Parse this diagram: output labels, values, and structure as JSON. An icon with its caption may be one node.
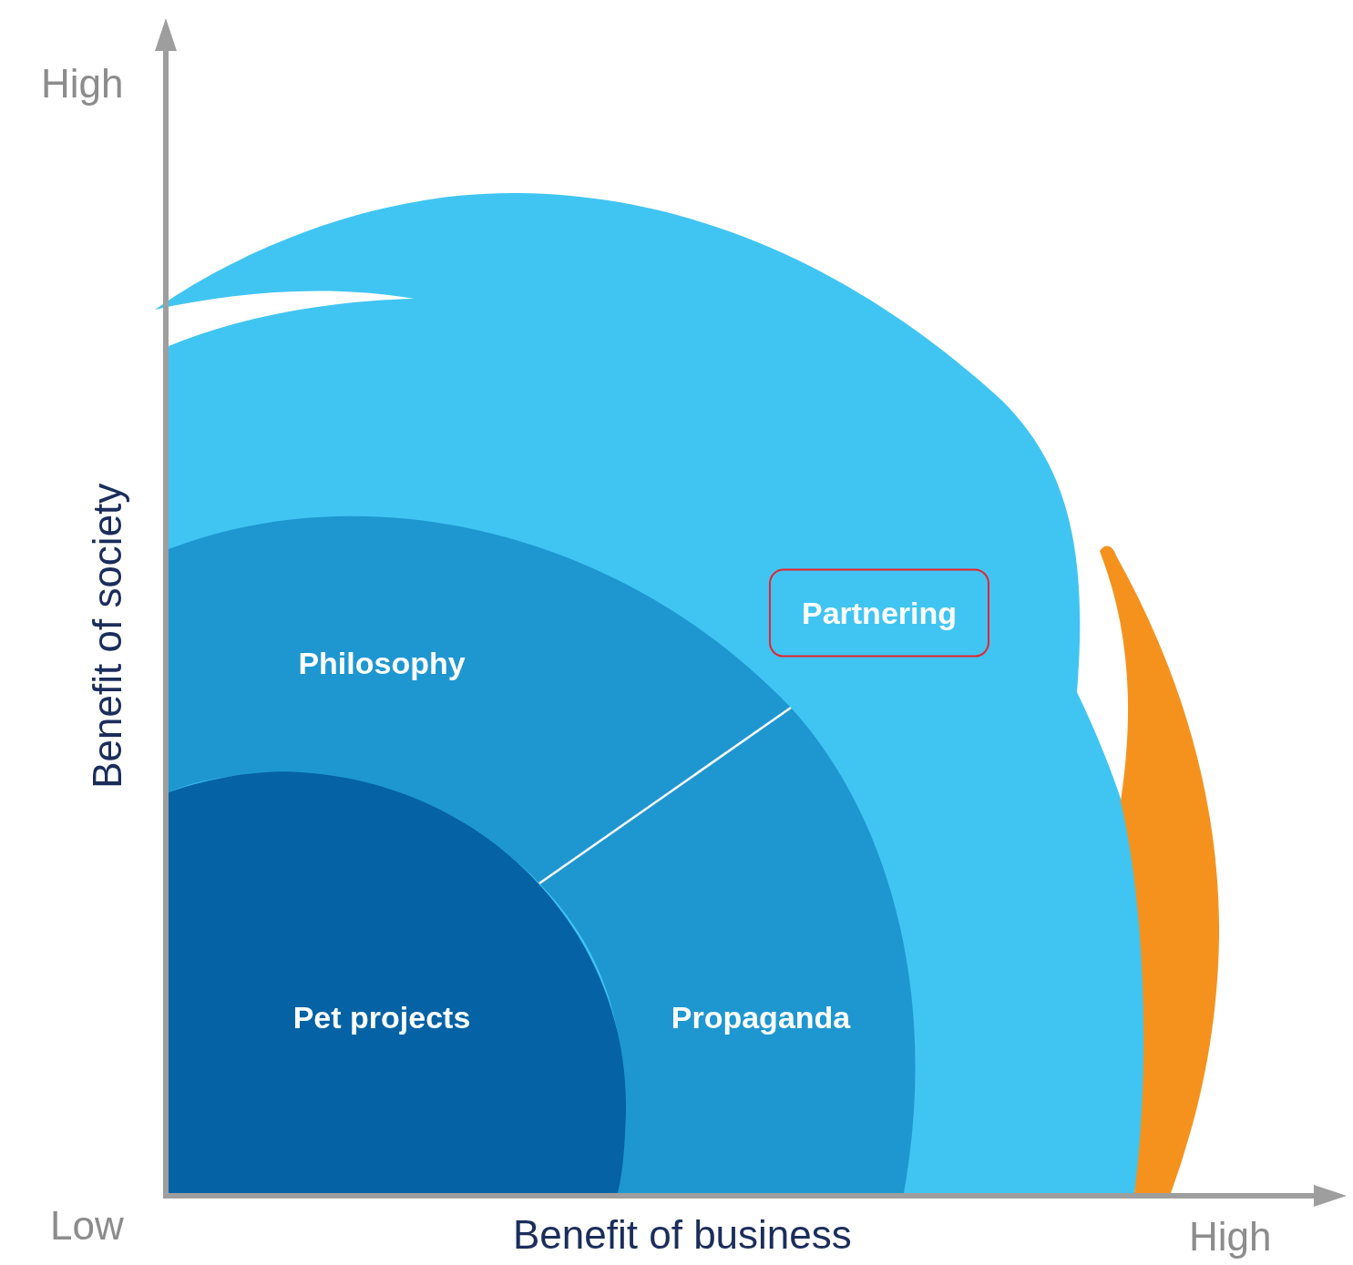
{
  "diagram": {
    "nodes": [
      {
        "text": [
          "Partnering"
        ]
      },
      {
        "text": [
          "Philosophy"
        ]
      },
      {
        "text": [
          "Pet projects"
        ]
      },
      {
        "text": [
          "Propaganda"
        ]
      }
    ],
    "labels": [
      "High",
      "Benefit of society",
      "Low",
      "Benefit of business",
      "High"
    ]
  }
}
